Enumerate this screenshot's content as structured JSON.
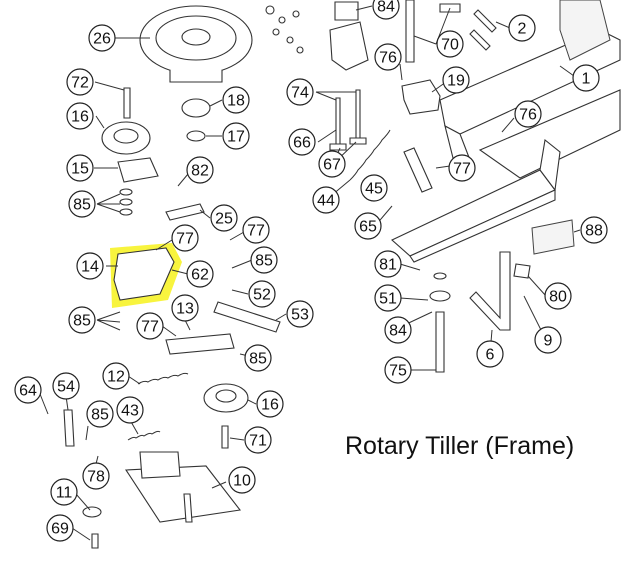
{
  "diagram": {
    "title": "Rotary Tiller (Frame)",
    "highlight_color": "#f7f21c",
    "highlighted_part": "14",
    "callouts": [
      {
        "id": "c26",
        "label": "26"
      },
      {
        "id": "c84a",
        "label": "84"
      },
      {
        "id": "c70",
        "label": "70"
      },
      {
        "id": "c2",
        "label": "2"
      },
      {
        "id": "c76a",
        "label": "76"
      },
      {
        "id": "c72",
        "label": "72"
      },
      {
        "id": "c18",
        "label": "18"
      },
      {
        "id": "c19",
        "label": "19"
      },
      {
        "id": "c1",
        "label": "1"
      },
      {
        "id": "c74",
        "label": "74"
      },
      {
        "id": "c16a",
        "label": "16"
      },
      {
        "id": "c17",
        "label": "17"
      },
      {
        "id": "c76b",
        "label": "76"
      },
      {
        "id": "c66",
        "label": "66"
      },
      {
        "id": "c67",
        "label": "67"
      },
      {
        "id": "c15",
        "label": "15"
      },
      {
        "id": "c82",
        "label": "82"
      },
      {
        "id": "c77a",
        "label": "77"
      },
      {
        "id": "c45",
        "label": "45"
      },
      {
        "id": "c85a",
        "label": "85"
      },
      {
        "id": "c44",
        "label": "44"
      },
      {
        "id": "c25",
        "label": "25"
      },
      {
        "id": "c65",
        "label": "65"
      },
      {
        "id": "c77b",
        "label": "77"
      },
      {
        "id": "c77c",
        "label": "77"
      },
      {
        "id": "c88",
        "label": "88"
      },
      {
        "id": "c14",
        "label": "14"
      },
      {
        "id": "c85b",
        "label": "85"
      },
      {
        "id": "c62",
        "label": "62"
      },
      {
        "id": "c81",
        "label": "81"
      },
      {
        "id": "c52",
        "label": "52"
      },
      {
        "id": "c80",
        "label": "80"
      },
      {
        "id": "c51",
        "label": "51"
      },
      {
        "id": "c13",
        "label": "13"
      },
      {
        "id": "c53",
        "label": "53"
      },
      {
        "id": "c85c",
        "label": "85"
      },
      {
        "id": "c77d",
        "label": "77"
      },
      {
        "id": "c84b",
        "label": "84"
      },
      {
        "id": "c9",
        "label": "9"
      },
      {
        "id": "c6",
        "label": "6"
      },
      {
        "id": "c85d",
        "label": "85"
      },
      {
        "id": "c75",
        "label": "75"
      },
      {
        "id": "c12",
        "label": "12"
      },
      {
        "id": "c64",
        "label": "64"
      },
      {
        "id": "c54",
        "label": "54"
      },
      {
        "id": "c16b",
        "label": "16"
      },
      {
        "id": "c85e",
        "label": "85"
      },
      {
        "id": "c43",
        "label": "43"
      },
      {
        "id": "c71",
        "label": "71"
      },
      {
        "id": "c78",
        "label": "78"
      },
      {
        "id": "c10",
        "label": "10"
      },
      {
        "id": "c11",
        "label": "11"
      },
      {
        "id": "c69",
        "label": "69"
      }
    ]
  }
}
